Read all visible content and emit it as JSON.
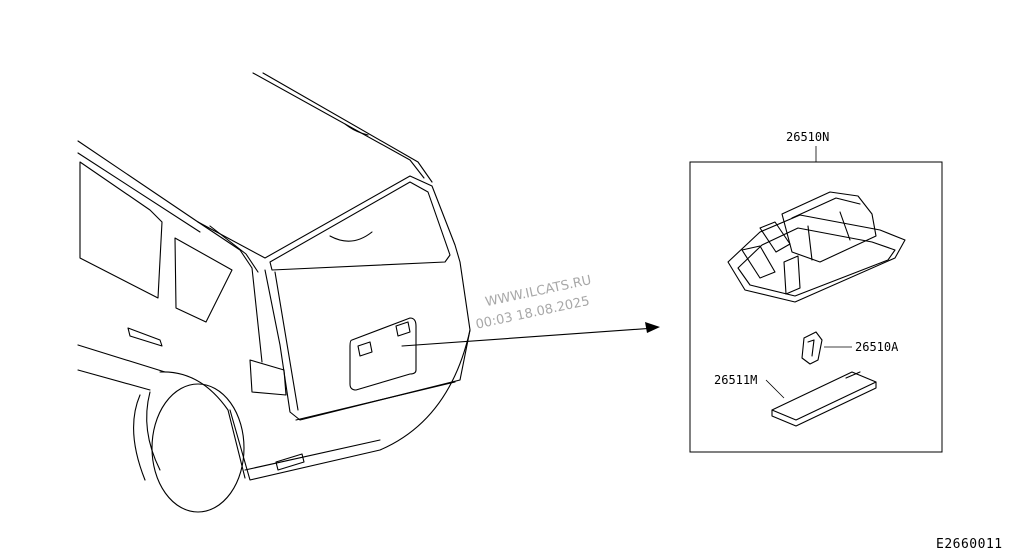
{
  "diagram": {
    "code": "E2660011",
    "watermark": {
      "line1": "WWW.ILCATS.RU",
      "line2": "00:03  18.08.2025"
    },
    "parts": [
      {
        "id": "lamp_assembly",
        "label": "26510N"
      },
      {
        "id": "bulb",
        "label": "26510A"
      },
      {
        "id": "lens",
        "label": "26511M"
      }
    ],
    "icons": {
      "vehicle": "hatchback-rear-view",
      "lamp": "license-plate-lamp",
      "bulb": "wedge-bulb",
      "lens": "lamp-lens"
    }
  }
}
